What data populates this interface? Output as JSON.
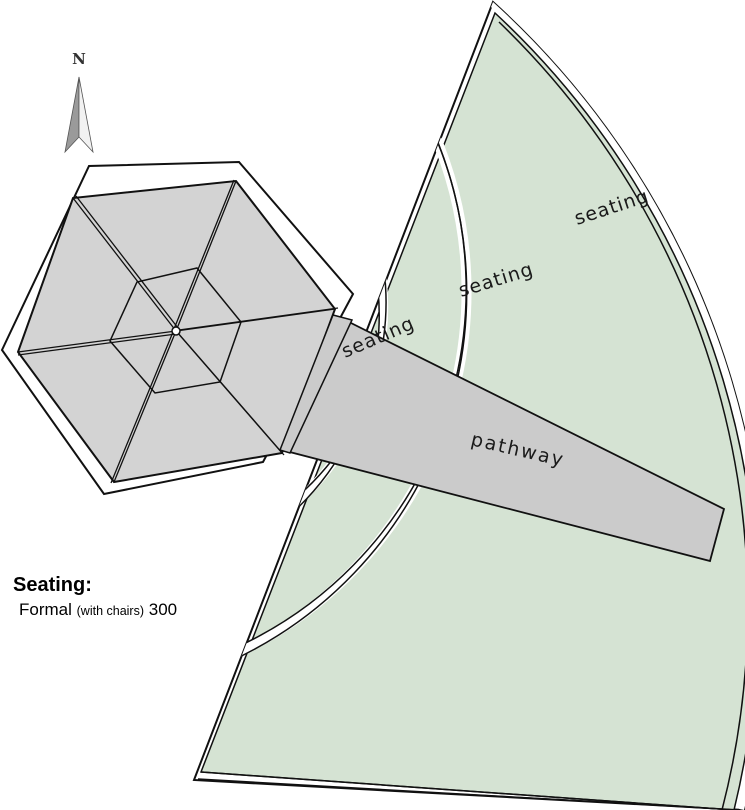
{
  "compass": {
    "letter": "N",
    "icon": "north-arrow-icon"
  },
  "areas": {
    "seating_labels": [
      "seating",
      "seating",
      "seating"
    ],
    "pathway_label": "pathway"
  },
  "legend": {
    "title": "Seating:",
    "type": "Formal",
    "note": "(with chairs)",
    "count": "300"
  },
  "colors": {
    "seating_fill": "#d5e3d3",
    "pavilion_fill": "#d3d3d3",
    "pathway_fill": "#cbcbcb",
    "outline": "#111111"
  }
}
